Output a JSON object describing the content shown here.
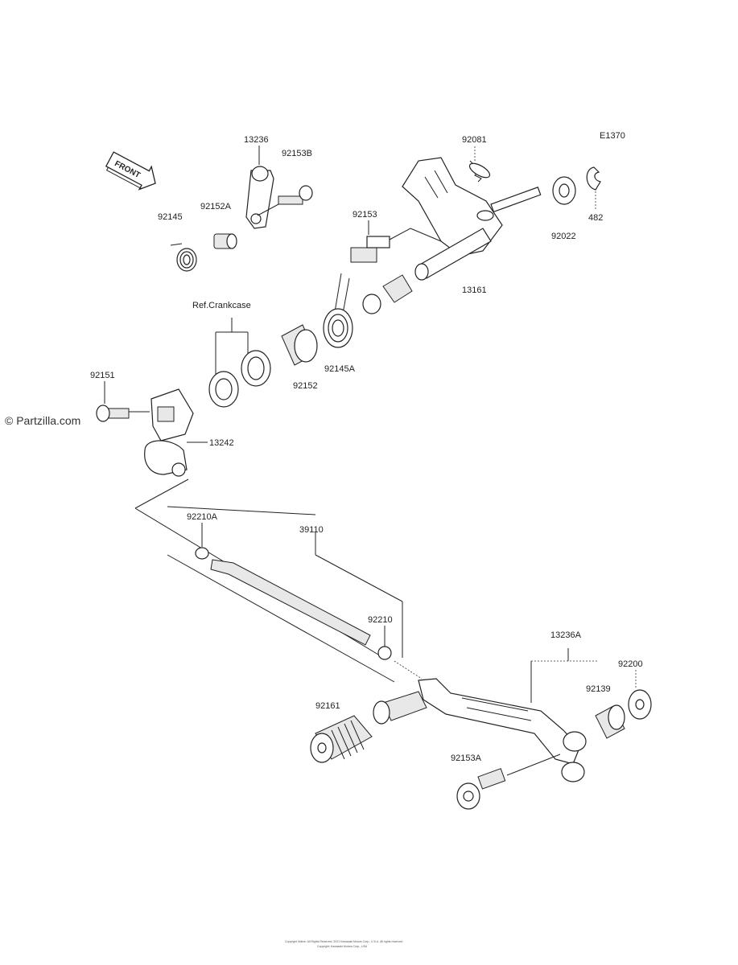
{
  "diagram_code": "E1370",
  "watermark": "© Partzilla.com",
  "front_label": "FRONT",
  "ref_note": "Ref.Crankcase",
  "labels": {
    "p13236": "13236",
    "p92153B": "92153B",
    "p92081": "92081",
    "p92152A": "92152A",
    "p92145": "92145",
    "p92153": "92153",
    "p92022": "92022",
    "p482": "482",
    "p13161": "13161",
    "p92145A": "92145A",
    "p92152": "92152",
    "p92151": "92151",
    "p13242": "13242",
    "p92210A": "92210A",
    "p39110": "39110",
    "p92210": "92210",
    "p13236A": "13236A",
    "p92200": "92200",
    "p92139": "92139",
    "p92161": "92161",
    "p92153A": "92153A"
  },
  "footer": {
    "line1": "Copyright Notice: All Rights Reserved, 2021 Kawasaki Motors Corp., U.S.A. All rights reserved.",
    "line2": "Copyright: Kawasaki Motors Corp., USA"
  }
}
